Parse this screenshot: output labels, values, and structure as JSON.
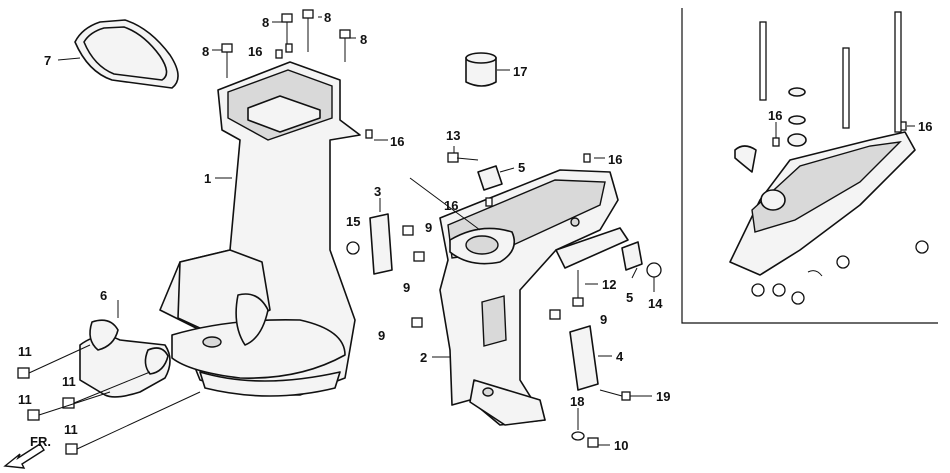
{
  "direction_label": "FR.",
  "callouts": {
    "c1": "1",
    "c2": "2",
    "c3": "3",
    "c4": "4",
    "c5a": "5",
    "c5b": "5",
    "c6": "6",
    "c7": "7",
    "c8a": "8",
    "c8b": "8",
    "c8c": "8",
    "c8d": "8",
    "c9a": "9",
    "c9b": "9",
    "c9c": "9",
    "c9d": "9",
    "c10": "10",
    "c11a": "11",
    "c11b": "11",
    "c11c": "11",
    "c11d": "11",
    "c12": "12",
    "c13": "13",
    "c14": "14",
    "c15": "15",
    "c16a": "16",
    "c16b": "16",
    "c16c": "16",
    "c16d": "16",
    "c16e": "16",
    "c16f": "16",
    "c17": "17",
    "c18": "18",
    "c19": "19"
  }
}
